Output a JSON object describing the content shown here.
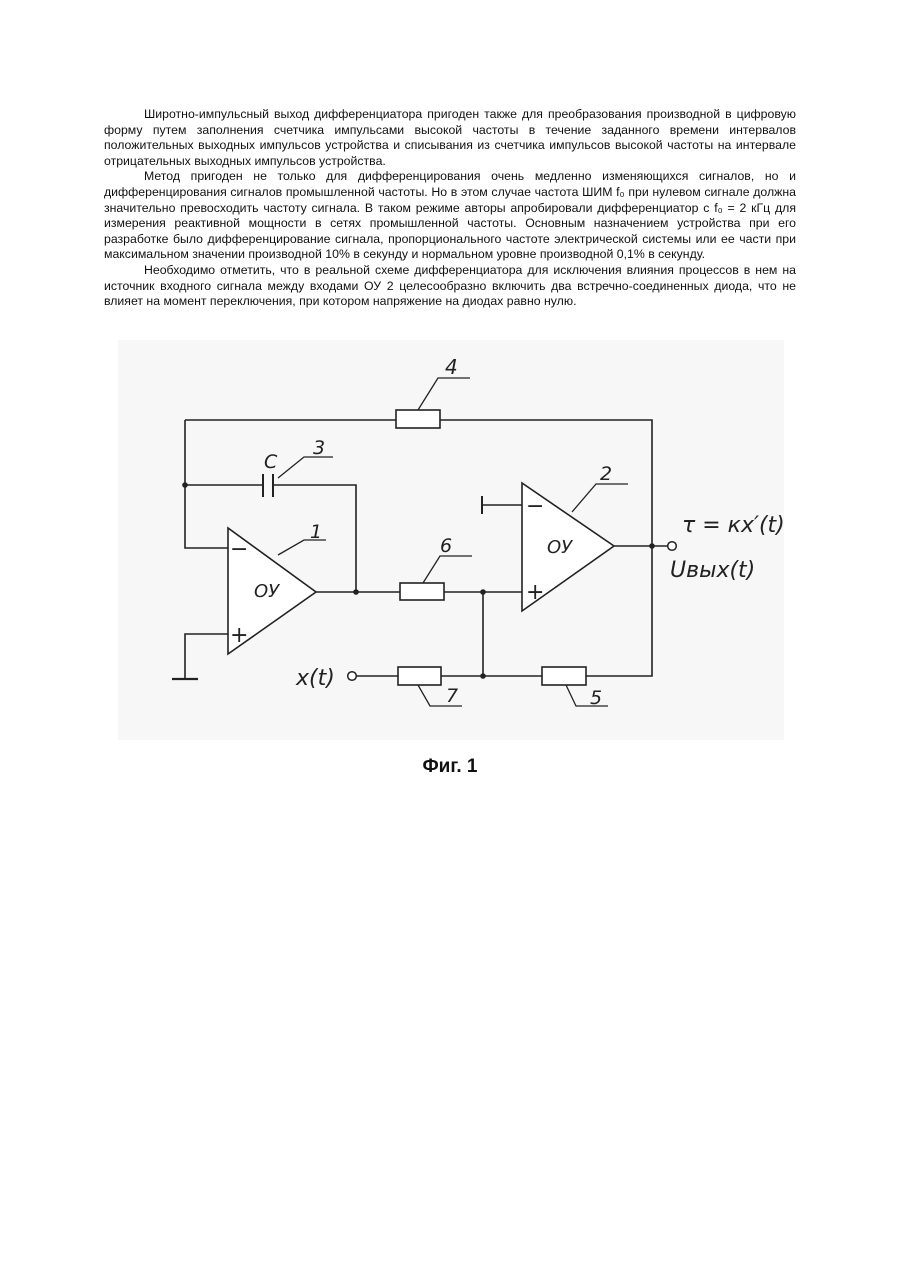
{
  "paragraphs": [
    "Широтно-импульсный выход дифференциатора пригоден также для преобразования производной в цифровую форму путем заполнения счетчика импульсами высокой частоты в течение заданного времени интервалов положительных выходных импульсов устройства и списывания из счетчика импульсов высокой частоты на интервале отрицательных выходных импульсов устройства.",
    "Метод пригоден не только для дифференцирования очень медленно изменяющихся сигналов, но и дифференцирования сигналов промышленной частоты. Но в этом случае частота ШИМ f₀ при нулевом сигнале должна значительно превосходить частоту сигнала. В таком режиме авторы апробировали дифференциатор с f₀ = 2 кГц для измерения реактивной мощности в сетях промышленной частоты. Основным назначением устройства при его разработке было дифференцирование сигнала, пропорционального частоте электрической системы или ее части при максимальном значении производной 10% в секунду и нормальном уровне производной 0,1% в секунду.",
    "Необходимо отметить, что в реальной схеме дифференциатора для исключения влияния процессов в нем на источник входного сигнала между входами ОУ 2 целесообразно включить два встречно-соединенных диода, что не влияет на момент переключения, при котором напряжение на диодах равно нулю."
  ],
  "figure": {
    "labels": {
      "r4": "4",
      "c_symbol": "C",
      "c_num": "3",
      "oa1_num": "1",
      "oa1_text": "ОУ",
      "oa2_num": "2",
      "oa2_text": "ОУ",
      "r6": "6",
      "r7": "7",
      "r5": "5",
      "minus": "−",
      "plus": "+",
      "input": "x(t)",
      "output_tau": "τ = кx′(t)",
      "output_u": "Uвых(t)"
    },
    "caption": "Фиг. 1"
  }
}
